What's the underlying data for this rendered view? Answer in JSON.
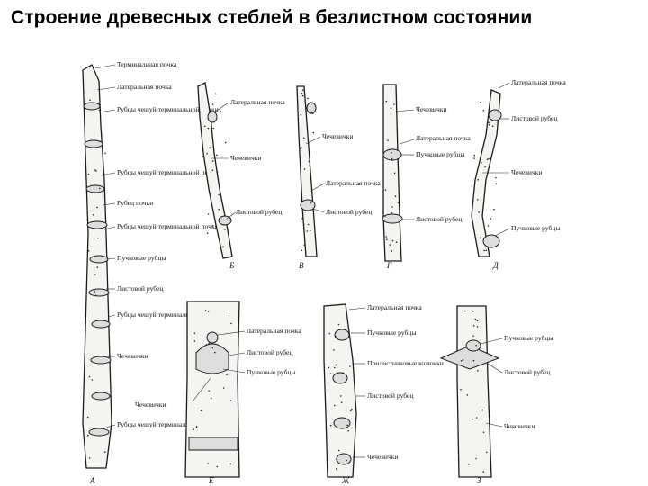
{
  "title": "Строение древесных стеблей в безлистном состоянии",
  "panels": {
    "a": {
      "letter": "А",
      "labels": [
        "Терминальная почка",
        "Латеральная почка",
        "Рубцы чешуй терминальной почки",
        "Рубцы чешуй терминальной почки",
        "Рубец почки",
        "Рубцы чешуй терминальной почки",
        "Пучковые рубцы",
        "Листовой рубец",
        "Рубцы чешуй терминальной почки",
        "Чечевички",
        "Рубцы чешуй терминальной почки"
      ]
    },
    "b": {
      "letter": "Б",
      "labels": [
        "Латеральная почка",
        "Чечевички",
        "Листовой рубец"
      ]
    },
    "v": {
      "letter": "В",
      "labels": [
        "Чечевички",
        "Латеральная почка",
        "Листовой рубец"
      ]
    },
    "g": {
      "letter": "Г",
      "labels": [
        "Чечевички",
        "Латеральная почка",
        "Пучковые рубцы",
        "Листовой рубец"
      ]
    },
    "d": {
      "letter": "Д",
      "labels": [
        "Латеральная почка",
        "Листовой рубец",
        "Чечевички",
        "Пучковые рубцы"
      ]
    },
    "e": {
      "letter": "Е",
      "labels": [
        "Латеральная почка",
        "Листовой рубец",
        "Пучковые рубцы",
        "Чечевички"
      ]
    },
    "zh": {
      "letter": "Ж",
      "labels": [
        "Латеральная почка",
        "Пучковые рубцы",
        "Прилистниковые колючки",
        "Листовой рубец",
        "Чечевички"
      ]
    },
    "z": {
      "letter": "З",
      "labels": [
        "Пучковые рубцы",
        "Листовой рубец",
        "Чечевички"
      ]
    }
  }
}
